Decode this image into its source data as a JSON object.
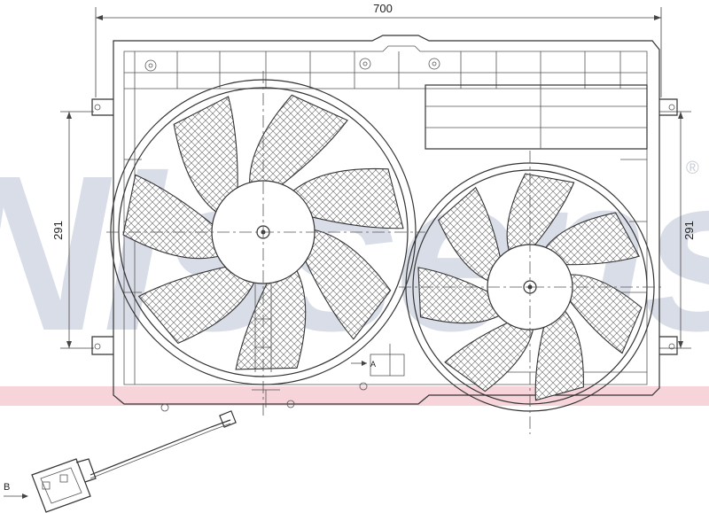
{
  "dimensions": {
    "width_label": "700",
    "left_height_label": "291",
    "right_height_label": "291"
  },
  "callouts": {
    "arrow_a": "A",
    "connector_b": "B"
  },
  "watermark": {
    "brand": "Nissens",
    "registered_mark": "®",
    "colors": {
      "text": "#d9dde7",
      "band": "#f6d4da"
    }
  },
  "fans": [
    {
      "id": "left",
      "blade_count": 7
    },
    {
      "id": "right",
      "blade_count": 7
    }
  ]
}
